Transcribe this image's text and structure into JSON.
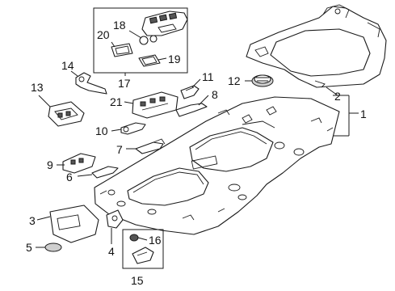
{
  "diagram": {
    "callouts": {
      "c1": "1",
      "c2": "2",
      "c3": "3",
      "c4": "4",
      "c5": "5",
      "c6": "6",
      "c7": "7",
      "c8": "8",
      "c9": "9",
      "c10": "10",
      "c11": "11",
      "c12": "12",
      "c13": "13",
      "c14": "14",
      "c15": "15",
      "c16": "16",
      "c17": "17",
      "c18": "18",
      "c19": "19",
      "c20": "20",
      "c21": "21"
    },
    "line_color": "#1a1a1a",
    "background_color": "#ffffff"
  }
}
